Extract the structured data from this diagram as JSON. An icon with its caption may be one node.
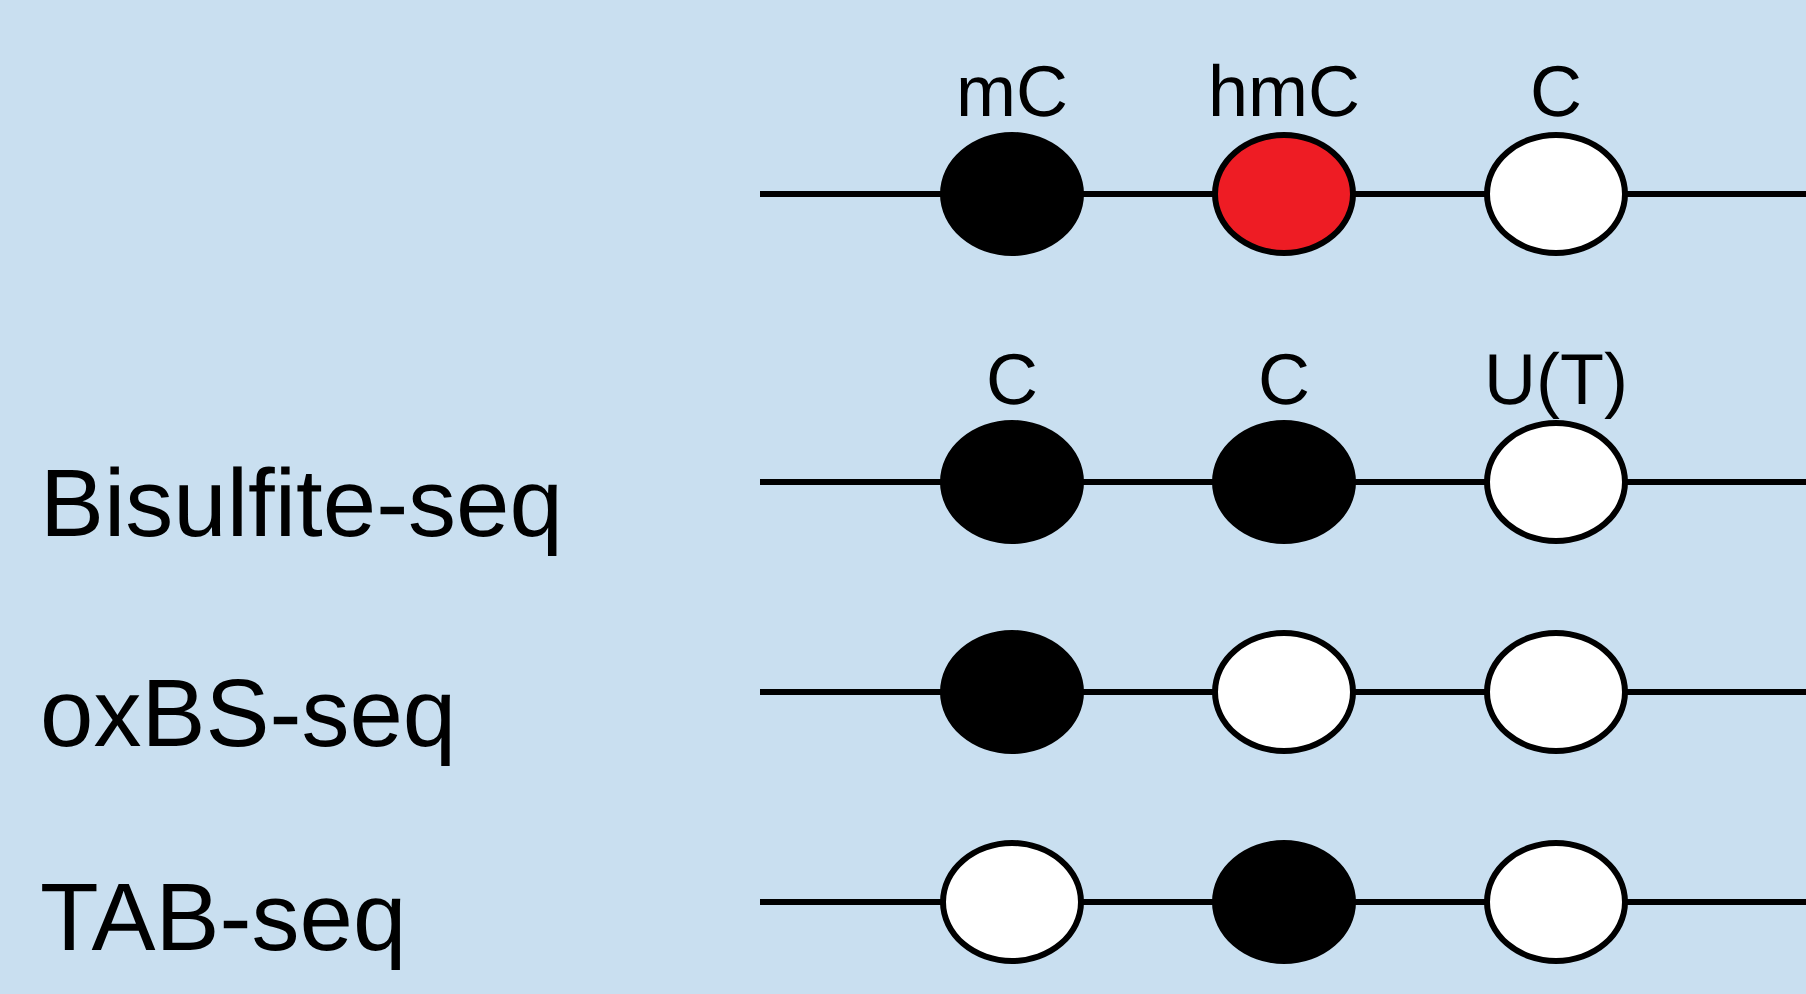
{
  "diagram": {
    "nodes": [
      {
        "text": [
          "mC"
        ]
      },
      {
        "text": [
          "hmC"
        ]
      },
      {
        "text": [
          "C"
        ]
      },
      {
        "text": [
          "C"
        ]
      },
      {
        "text": [
          "C"
        ]
      },
      {
        "text": [
          "U(T)"
        ]
      },
      {
        "text": [],
        "shape": "circle"
      },
      {
        "text": [],
        "shape": "circle"
      },
      {
        "text": [],
        "shape": "circle"
      },
      {
        "text": [],
        "shape": "circle"
      },
      {
        "text": [],
        "shape": "circle"
      },
      {
        "text": [],
        "shape": "circle"
      }
    ],
    "labels": [
      "Bisulfite-seq",
      "oxBS-seq",
      "TAB-seq"
    ]
  }
}
